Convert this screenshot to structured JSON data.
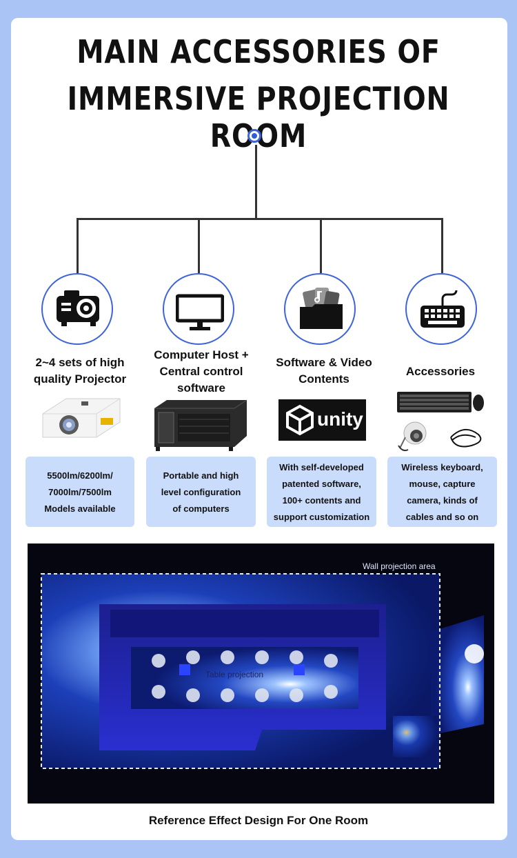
{
  "title": {
    "line1": "MAIN ACCESSORIES OF",
    "line2": "IMMERSIVE PROJECTION ROOM"
  },
  "categories": [
    {
      "icon": "projector-icon",
      "title_lines": [
        "2~4 sets of high",
        "quality Projector"
      ],
      "product": "projector-photo",
      "desc_lines": [
        "5500lm/6200lm/",
        "7000lm/7500lm",
        "Models available"
      ]
    },
    {
      "icon": "monitor-icon",
      "title_lines": [
        "Computer Host +",
        "Central control",
        "software"
      ],
      "product": "computer-host-photo",
      "desc_lines": [
        "Portable and high",
        "level configuration",
        "of computers"
      ]
    },
    {
      "icon": "software-folder-icon",
      "title_lines": [
        "Software & Video",
        "Contents"
      ],
      "product": "unity-logo",
      "logo_text": "unity",
      "desc_lines": [
        "With self-developed",
        "patented software,",
        "100+ contents and",
        "support customization"
      ]
    },
    {
      "icon": "keyboard-icon",
      "title_lines": [
        "Accessories"
      ],
      "product": "accessories-photo",
      "desc_lines": [
        "Wireless keyboard,",
        "mouse, capture",
        "camera, kinds of",
        "cables and so on"
      ]
    }
  ],
  "room": {
    "wall_label": "Wall projection area",
    "table_label": "Table projection"
  },
  "caption": "Reference Effect Design For One Room",
  "colors": {
    "page_bg": "#a9c4f5",
    "accent": "#3c64d6",
    "desc_bg": "#c9dcfb"
  }
}
